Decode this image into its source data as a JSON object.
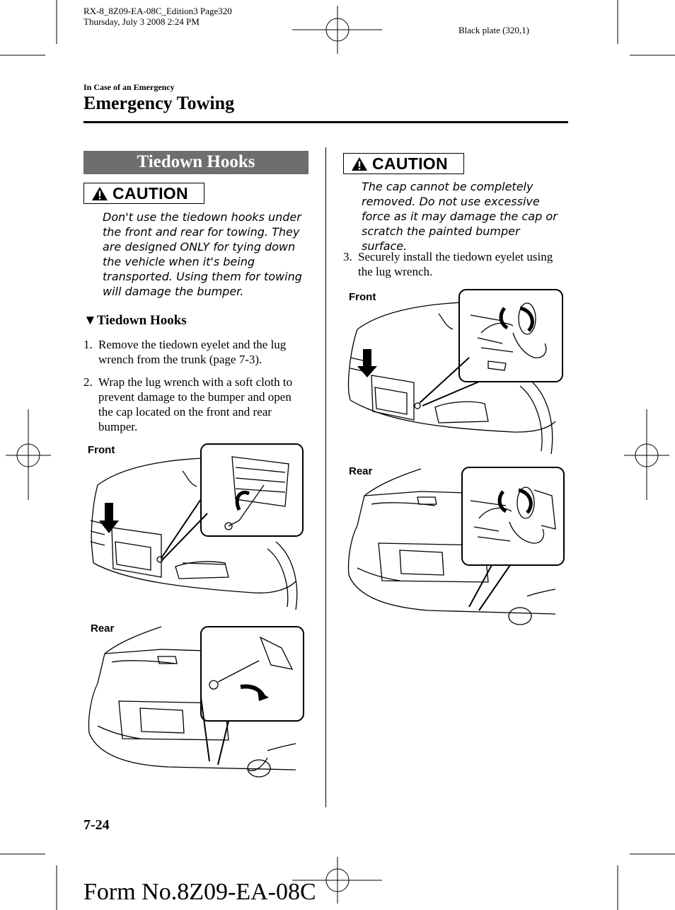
{
  "header": {
    "file_info_line1": "RX-8_8Z09-EA-08C_Edition3 Page320",
    "file_info_line2": "Thursday, July 3 2008 2:24 PM",
    "plate": "Black plate (320,1)"
  },
  "section": "In Case of an Emergency",
  "title": "Emergency Towing",
  "left": {
    "banner": "Tiedown Hooks",
    "caution_label": "CAUTION",
    "caution_text": "Don't use the tiedown hooks under the front and rear for towing. They are designed ONLY for tying down the vehicle when it's being transported. Using them for towing will damage the bumper.",
    "subheading_marker": "▼",
    "subheading": "Tiedown Hooks",
    "steps": [
      {
        "num": "1.",
        "text": "Remove the tiedown eyelet and the lug wrench from the trunk (page 7-3)."
      },
      {
        "num": "2.",
        "text": "Wrap the lug wrench with a soft cloth to prevent damage to the bumper and open the cap located on the front and rear bumper."
      }
    ],
    "figure_front_label": "Front",
    "figure_rear_label": "Rear"
  },
  "right": {
    "caution_label": "CAUTION",
    "caution_text": "The cap cannot be completely removed. Do not use excessive force as it may damage the cap or scratch the painted bumper surface.",
    "steps": [
      {
        "num": "3.",
        "text": "Securely install the tiedown eyelet using the lug wrench."
      }
    ],
    "figure_front_label": "Front",
    "figure_rear_label": "Rear"
  },
  "footer": {
    "page_number": "7-24",
    "form_number": "Form No.8Z09-EA-08C"
  }
}
